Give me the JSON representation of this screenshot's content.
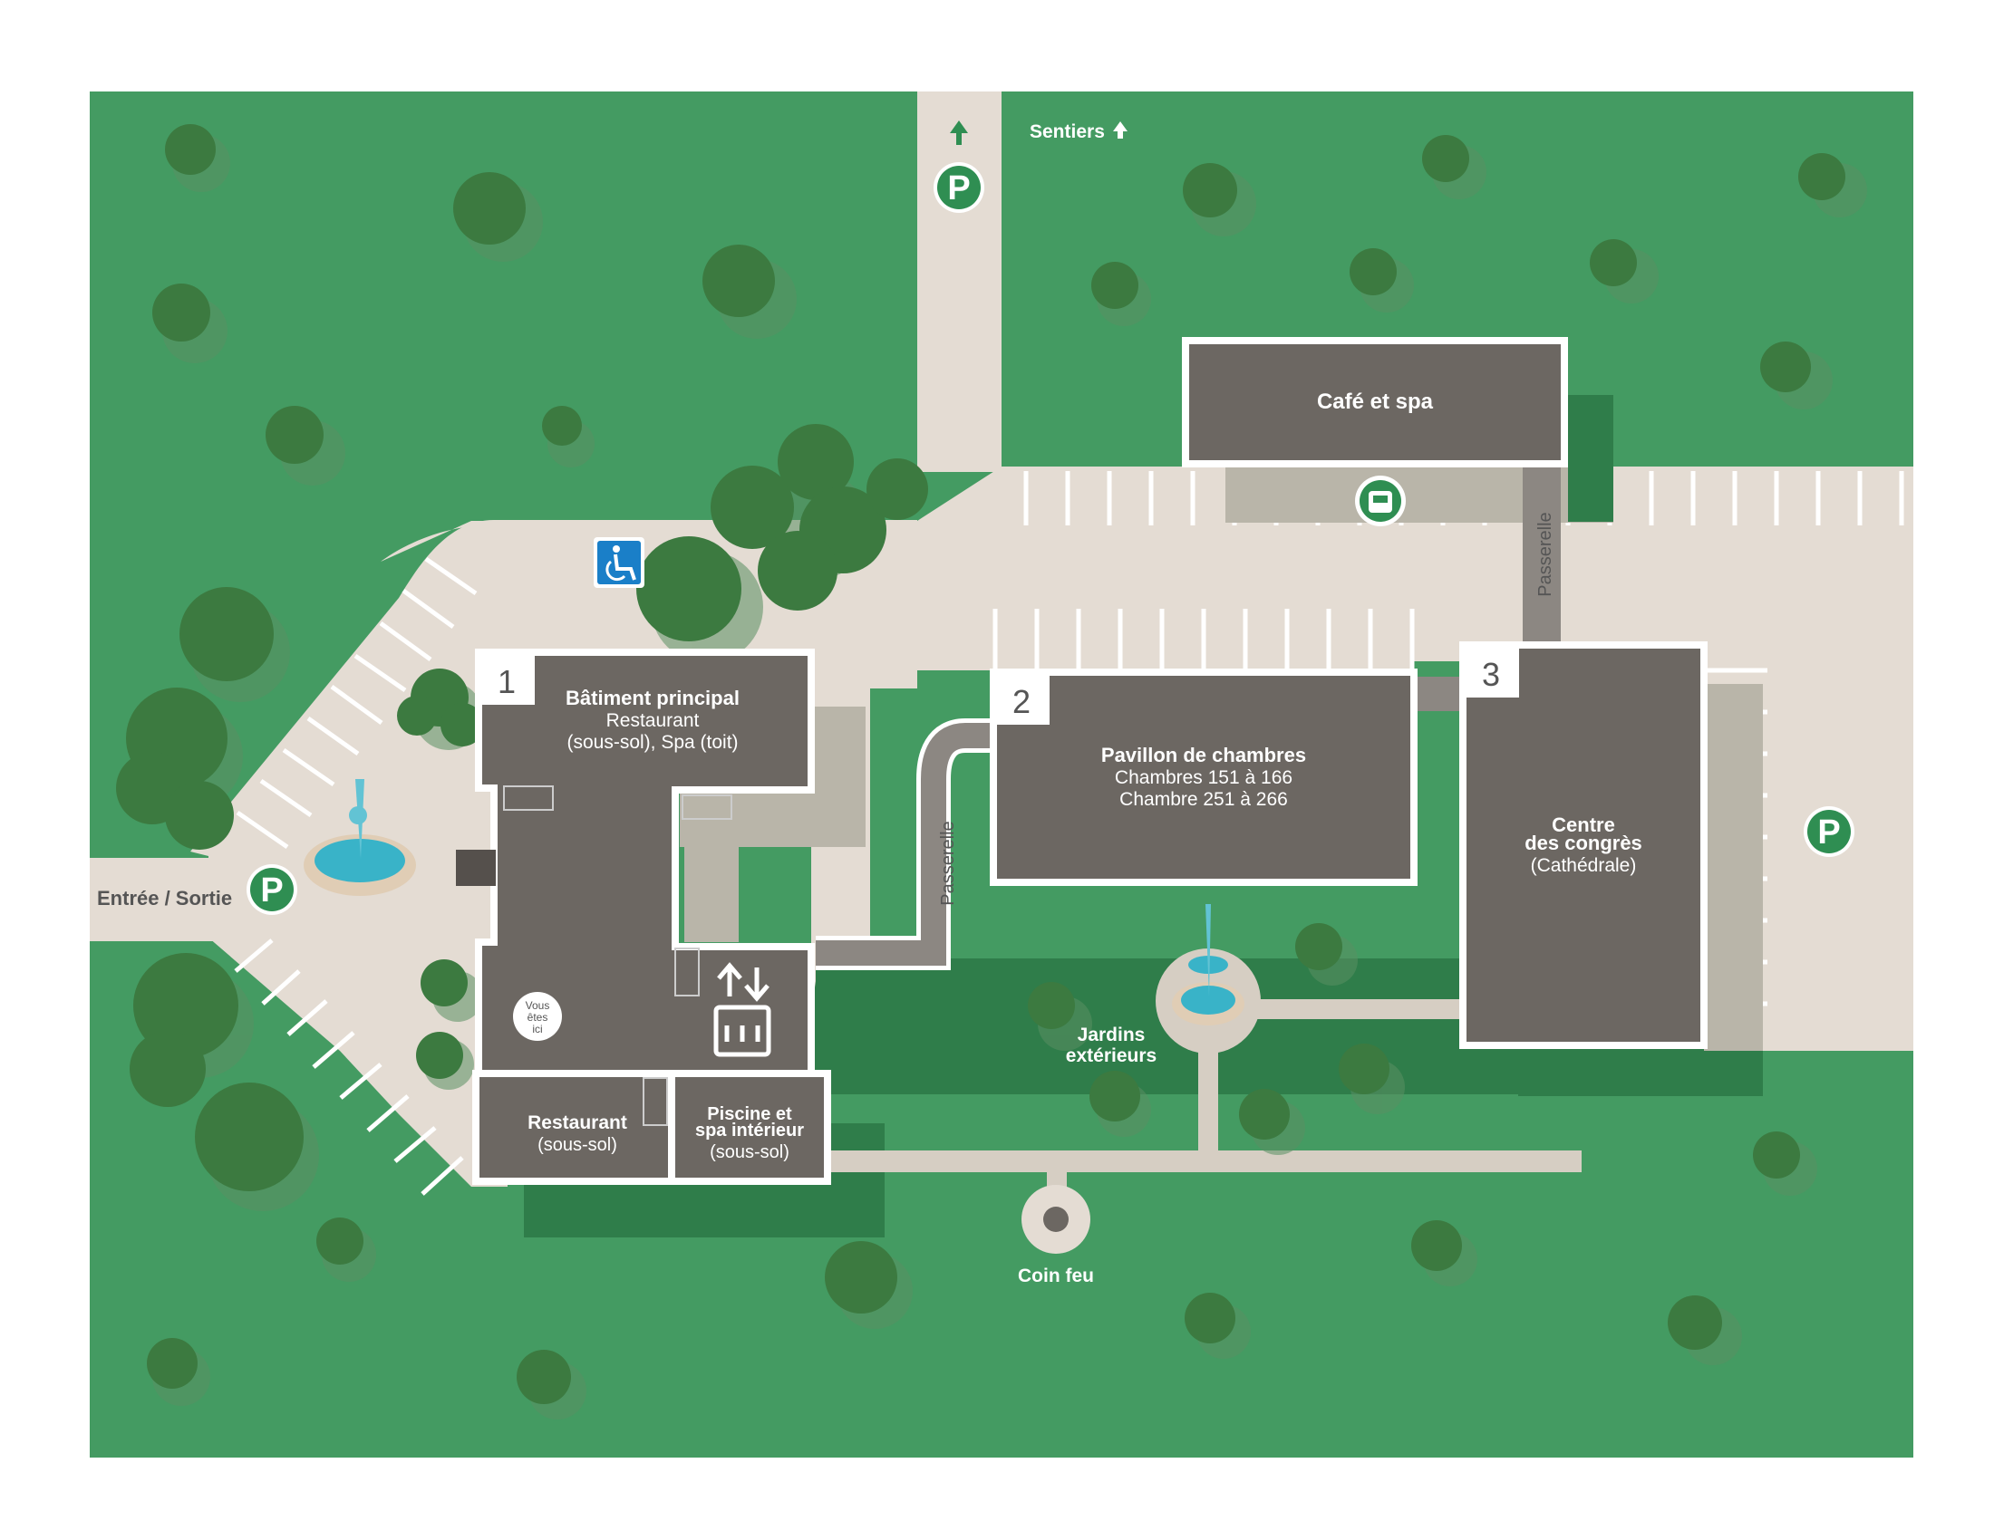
{
  "colors": {
    "grass": "#449b62",
    "grass_dark": "#2f7d4a",
    "tree": "#3c7a40",
    "tree_shadow": "#5a8f62",
    "pavement": "#e4dcd3",
    "building": "#6c6762",
    "building_shadow": "#b9b5a9",
    "water": "#39b3c8",
    "parking_badge": "#2f8e52",
    "wheelchair_blue": "#1a7fc8"
  },
  "labels": {
    "entree_sortie": "Entrée / Sortie",
    "sentiers": "Sentiers",
    "passerelle_1": "Passerelle",
    "passerelle_2": "Passerelle",
    "jardins_1": "Jardins",
    "jardins_2": "extérieurs",
    "coin_feu": "Coin feu",
    "vous_1": "Vous",
    "vous_2": "êtes",
    "vous_3": "ici",
    "parking_letter": "P"
  },
  "buildings": {
    "principal": {
      "number": "1",
      "title": "Bâtiment principal",
      "line1": "Restaurant",
      "line2": "(sous-sol), Spa (toit)"
    },
    "pavillon": {
      "number": "2",
      "title": "Pavillon de chambres",
      "line1": "Chambres 151 à 166",
      "line2": "Chambre 251 à 266"
    },
    "centre": {
      "number": "3",
      "title1": "Centre",
      "title2": "des congrès",
      "line1": "(Cathédrale)"
    },
    "cafe": {
      "title": "Café et spa"
    },
    "restaurant": {
      "title": "Restaurant",
      "line1": "(sous-sol)"
    },
    "piscine": {
      "title1": "Piscine et",
      "title2": "spa intérieur",
      "line1": "(sous-sol)"
    }
  },
  "icons": {
    "parking": "parking-icon",
    "wheelchair": "wheelchair-icon",
    "ev_charging": "ev-charging-icon",
    "elevator": "elevator-icon",
    "fountain": "fountain-icon",
    "fire_pit": "fire-pit-icon",
    "tree": "tree-icon",
    "arrow_up": "arrow-up-icon"
  }
}
